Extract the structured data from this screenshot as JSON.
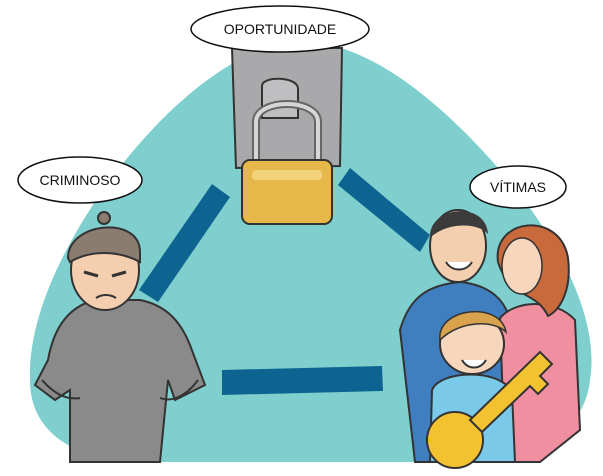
{
  "labels": {
    "opportunity": "OPORTUNIDADE",
    "criminal": "CRIMINOSO",
    "victims": "VÍTIMAS"
  },
  "colors": {
    "triangle_fill": "#7ecfcd",
    "connector_bar": "#0d6490",
    "padlock_body": "#e6b84a",
    "door_grey": "#a9a9ab",
    "key_gold": "#f2c230",
    "criminal_shirt": "#8a8a8a",
    "father_shirt": "#3f7fc0",
    "mother_shirt": "#f08fa0",
    "child_shirt": "#7ac9e8"
  },
  "icons": {
    "padlock": "padlock-icon",
    "key": "key-icon"
  }
}
